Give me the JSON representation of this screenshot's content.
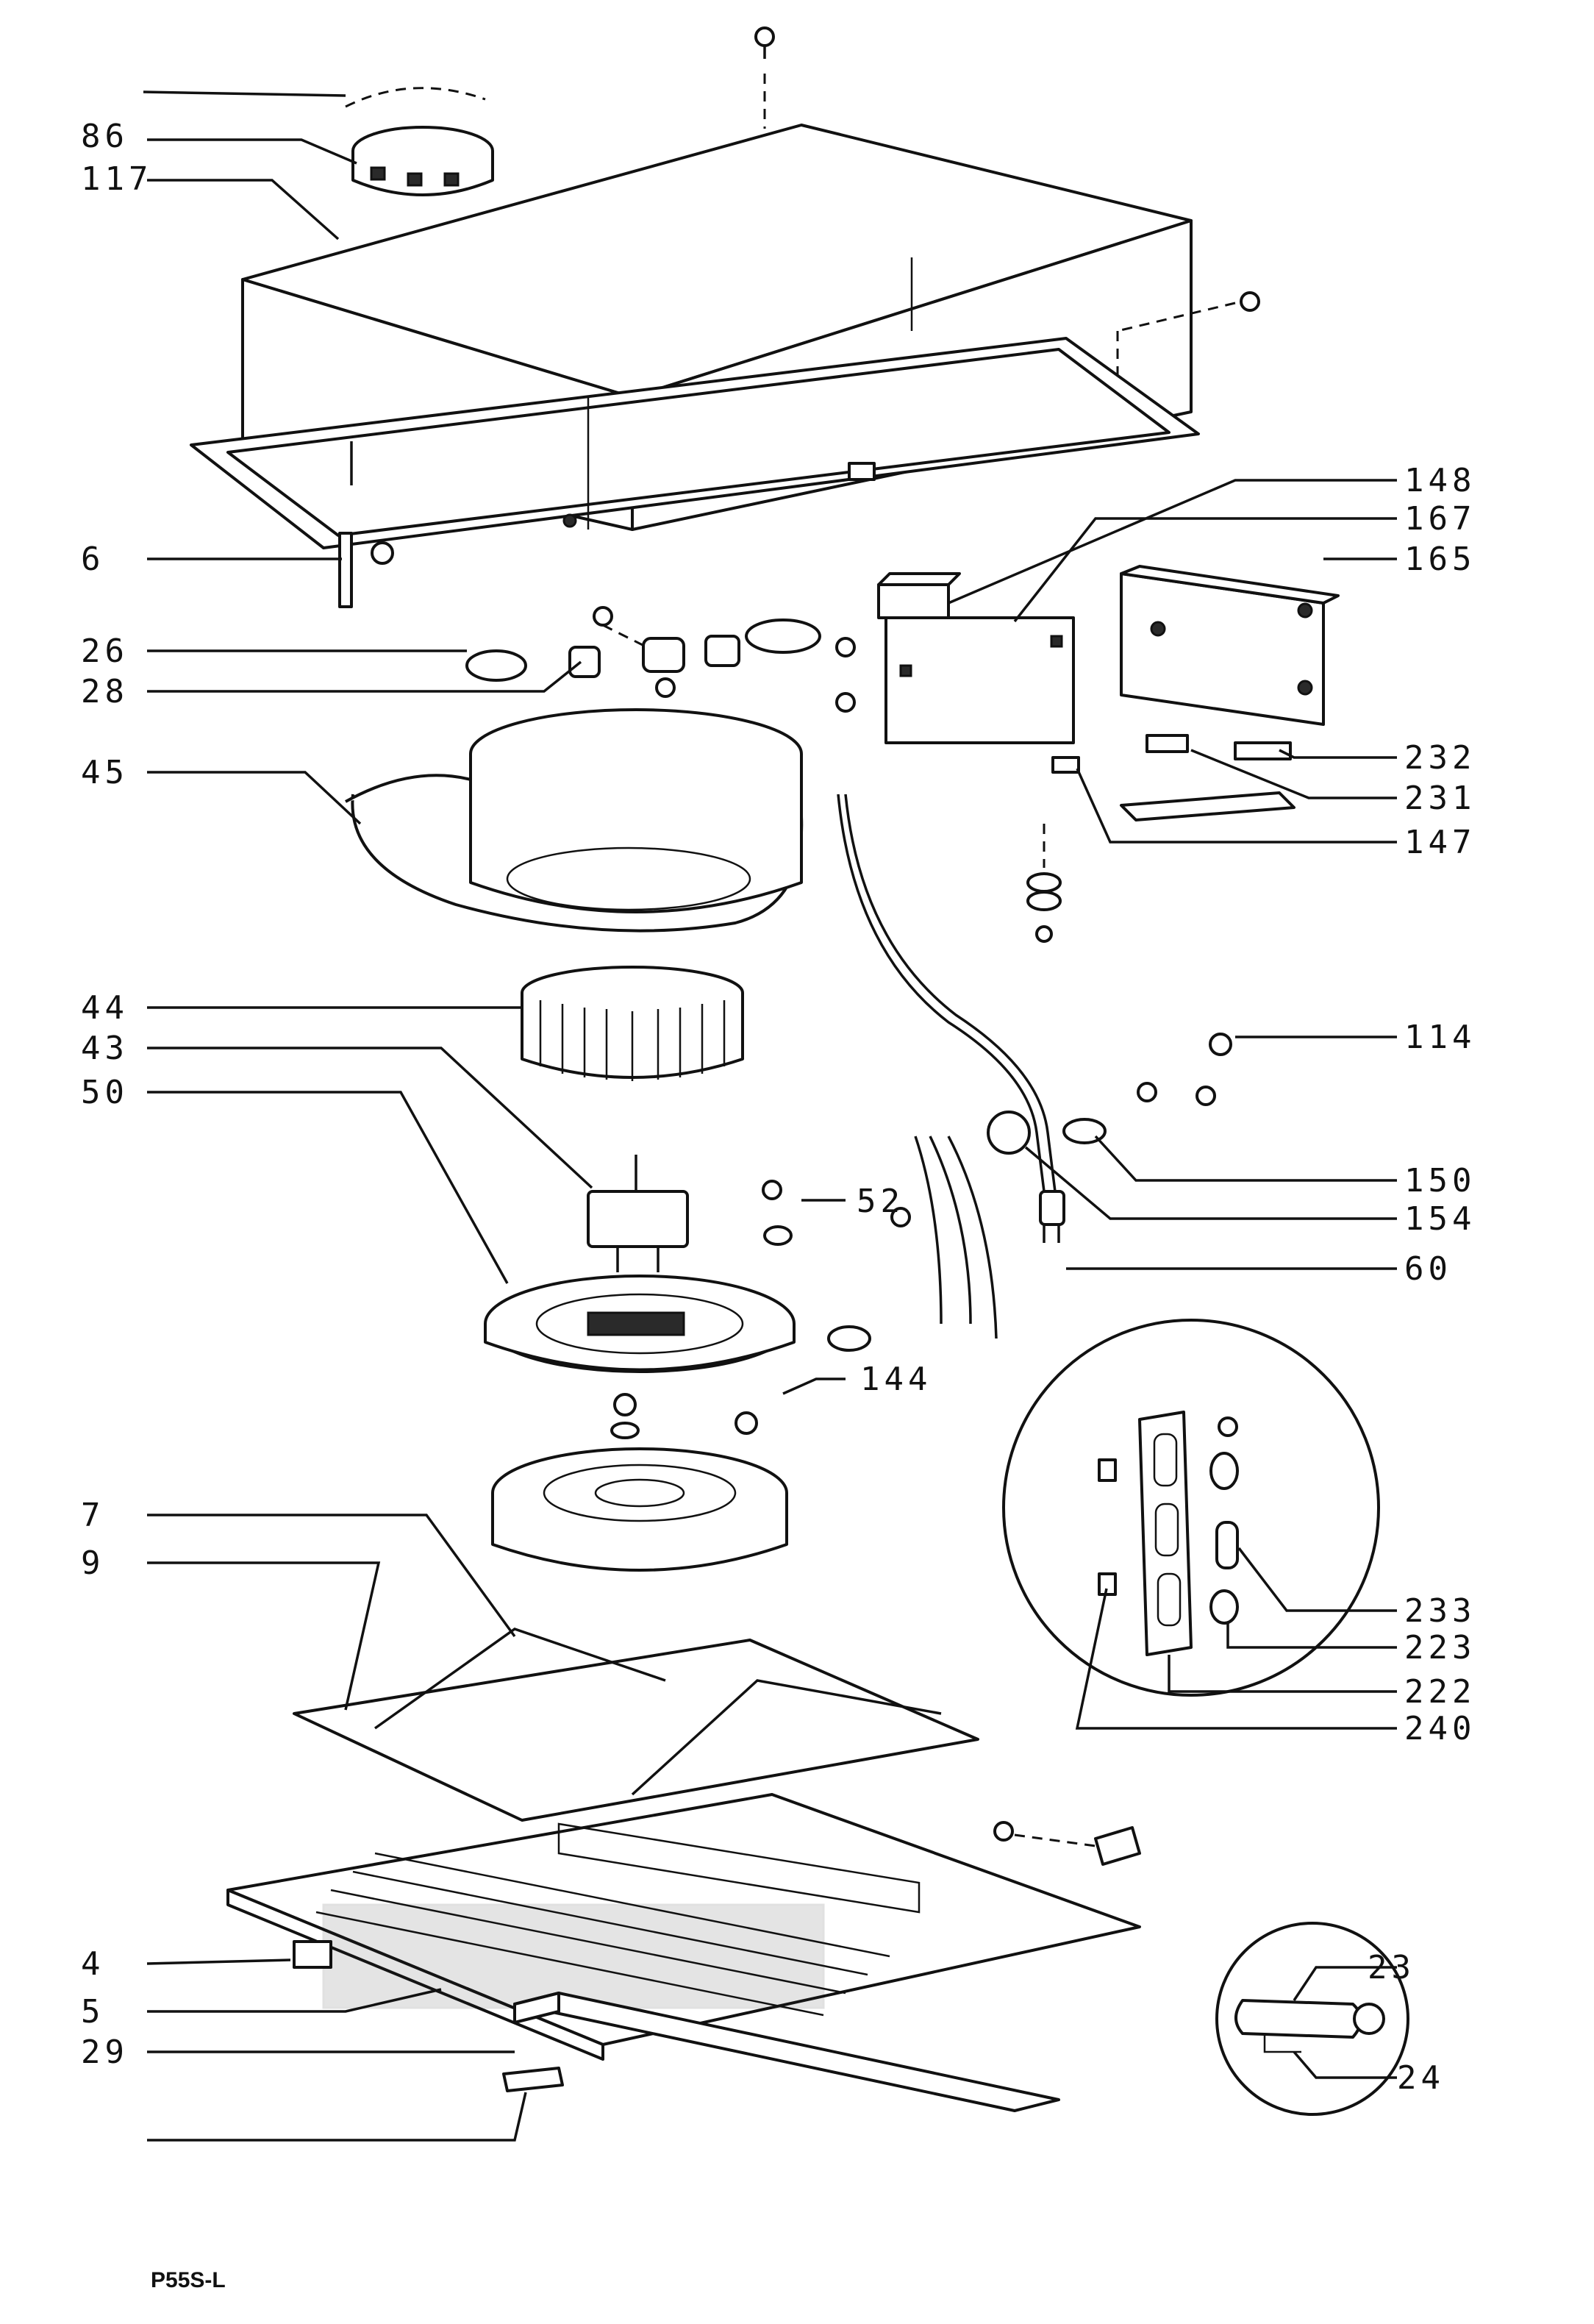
{
  "diagram": {
    "model_code": "P55S-L",
    "part_labels": {
      "l86": "86",
      "l117": "117",
      "l6": "6",
      "l26": "26",
      "l28": "28",
      "l45": "45",
      "l44": "44",
      "l43": "43",
      "l50": "50",
      "l52": "52",
      "l144": "144",
      "l7": "7",
      "l9": "9",
      "l4": "4",
      "l5": "5",
      "l29": "29",
      "l148": "148",
      "l167": "167",
      "l165": "165",
      "l232": "232",
      "l231": "231",
      "l147": "147",
      "l114": "114",
      "l150": "150",
      "l154": "154",
      "l60": "60",
      "l233": "233",
      "l223": "223",
      "l222": "222",
      "l240": "240",
      "l23": "23",
      "l24": "24"
    }
  }
}
